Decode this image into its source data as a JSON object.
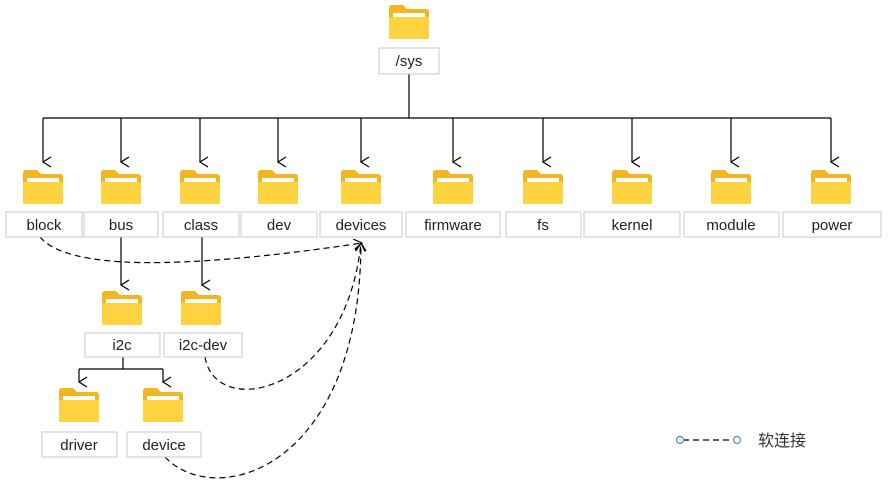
{
  "colors": {
    "folder_back": "#F2B620",
    "folder_front": "#FFD23F",
    "folder_paper": "#FFFFFF",
    "box_border": "#C8C8C8",
    "line": "#000000",
    "legend_dot": "#5B8DB8"
  },
  "icon": "folder-icon",
  "nodes": {
    "root": "/sys",
    "block": "block",
    "bus": "bus",
    "class": "class",
    "dev": "dev",
    "devices": "devices",
    "firmware": "firmware",
    "fs": "fs",
    "kernel": "kernel",
    "module": "module",
    "power": "power",
    "i2c": "i2c",
    "i2c_dev": "i2c-dev",
    "driver": "driver",
    "device": "device"
  },
  "legend": {
    "label": "软连接"
  }
}
